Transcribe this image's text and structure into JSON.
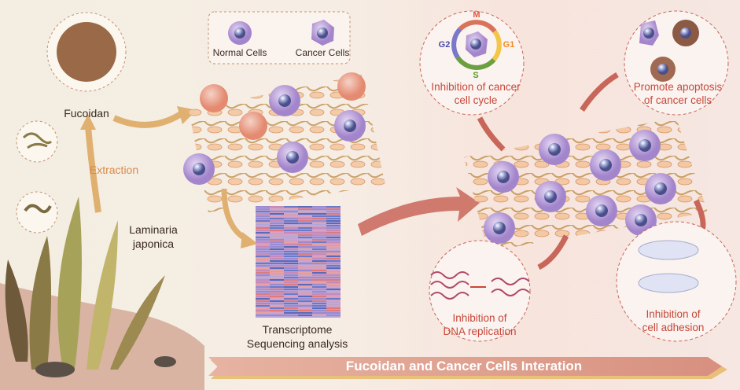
{
  "left_panel": {
    "fucoidan_label": "Fucoidan",
    "extraction_label": "Extraction",
    "species_line1": "Laminaria",
    "species_line2": "japonica"
  },
  "legend": {
    "normal_cells": "Normal Cells",
    "cancer_cells": "Cancer Cells"
  },
  "sequencing": {
    "line1": "Transcriptome",
    "line2": "Sequencing analysis"
  },
  "effects": {
    "cell_cycle": {
      "line1": "Inhibition of cancer",
      "line2": "cell cycle",
      "phases": {
        "m": "M",
        "g1": "G1",
        "s": "S",
        "g2": "G2"
      }
    },
    "apoptosis": {
      "line1": "Promote apoptosis",
      "line2": "of cancer cells"
    },
    "dna": {
      "line1": "Inhibition of",
      "line2": "DNA replication"
    },
    "adhesion": {
      "line1": "Inhibition of",
      "line2": "cell adhesion"
    }
  },
  "banner": {
    "title": "Fucoidan and Cancer Cells Interation"
  },
  "colors": {
    "accent_red": "#c7473a",
    "cancer_cell": "#b79ad6",
    "banner": "#dc9c8c",
    "phase_m": "#e0533c",
    "phase_g1": "#f08a2a",
    "phase_s": "#5a9a2a",
    "phase_g2": "#4a4aa8"
  }
}
